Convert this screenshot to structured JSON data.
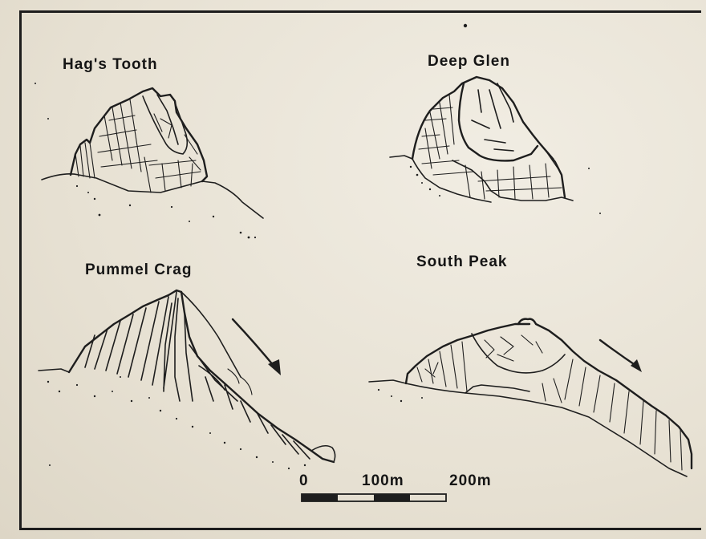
{
  "diagram": {
    "landforms": [
      {
        "name": "Hag's Tooth"
      },
      {
        "name": "Deep Glen"
      },
      {
        "name": "Pummel Crag"
      },
      {
        "name": "South Peak"
      }
    ],
    "scale_bar": {
      "labels": [
        "0",
        "100m",
        "200m"
      ],
      "segments": 4
    },
    "ink_color": "#1e1e1e",
    "paper_color": "#ece7dc"
  }
}
